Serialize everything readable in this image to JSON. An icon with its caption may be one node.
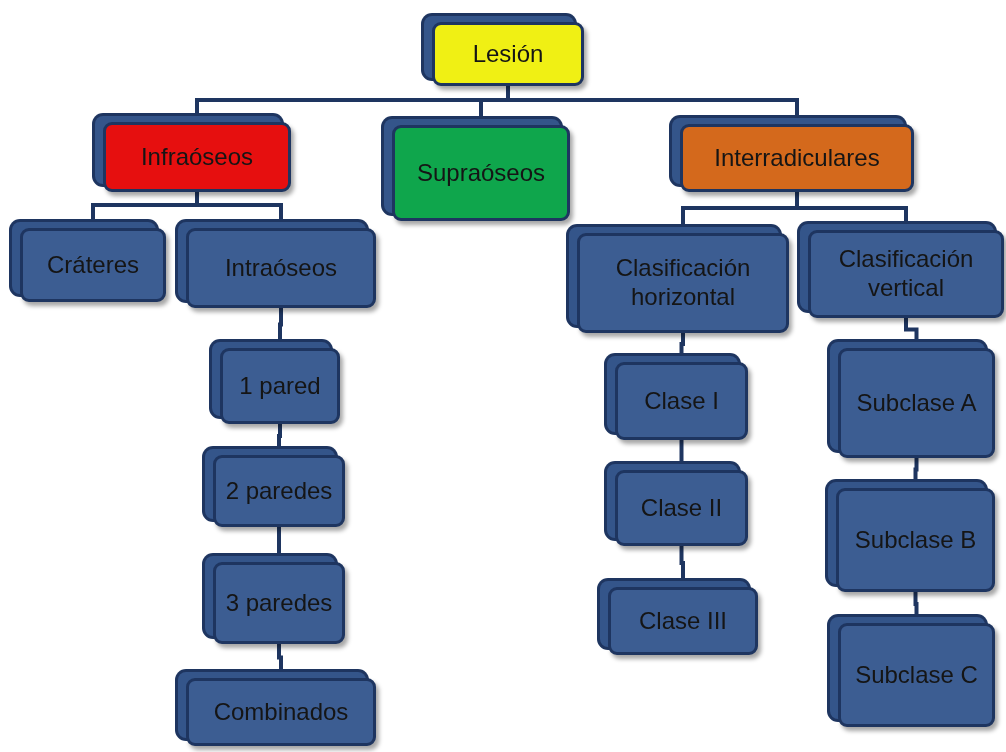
{
  "diagram": {
    "nodes": [
      {
        "text": [
          "Lesión"
        ]
      },
      {
        "text": [
          "Infraóseos"
        ]
      },
      {
        "text": [
          "Supraóseos"
        ]
      },
      {
        "text": [
          "Interradiculares"
        ]
      },
      {
        "text": [
          "Cráteres"
        ]
      },
      {
        "text": [
          "Intraóseos"
        ]
      },
      {
        "text": [
          "1 pared"
        ]
      },
      {
        "text": [
          "2 paredes"
        ]
      },
      {
        "text": [
          "3 paredes"
        ]
      },
      {
        "text": [
          "Combinados"
        ]
      },
      {
        "text": [
          "Clasificación horizontal"
        ]
      },
      {
        "text": [
          "Clasificación vertical"
        ]
      },
      {
        "text": [
          "Clase I"
        ]
      },
      {
        "text": [
          "Clase II"
        ]
      },
      {
        "text": [
          "Clase III"
        ]
      },
      {
        "text": [
          "Subclase A"
        ]
      },
      {
        "text": [
          "Subclase B"
        ]
      },
      {
        "text": [
          "Subclase C"
        ]
      }
    ],
    "edges": [
      {
        "from": 0,
        "to": 1,
        "arrow": "none"
      },
      {
        "from": 0,
        "to": 2,
        "arrow": "none"
      },
      {
        "from": 0,
        "to": 3,
        "arrow": "none"
      },
      {
        "from": 1,
        "to": 4,
        "arrow": "none"
      },
      {
        "from": 1,
        "to": 5,
        "arrow": "none"
      },
      {
        "from": 5,
        "to": 6,
        "arrow": "none"
      },
      {
        "from": 6,
        "to": 7,
        "arrow": "none"
      },
      {
        "from": 7,
        "to": 8,
        "arrow": "none"
      },
      {
        "from": 8,
        "to": 9,
        "arrow": "none"
      },
      {
        "from": 3,
        "to": 10,
        "arrow": "none"
      },
      {
        "from": 3,
        "to": 11,
        "arrow": "none"
      },
      {
        "from": 10,
        "to": 12,
        "arrow": "none"
      },
      {
        "from": 12,
        "to": 13,
        "arrow": "none"
      },
      {
        "from": 13,
        "to": 14,
        "arrow": "none"
      },
      {
        "from": 11,
        "to": 15,
        "arrow": "none"
      },
      {
        "from": 15,
        "to": 16,
        "arrow": "none"
      },
      {
        "from": 16,
        "to": 17,
        "arrow": "none"
      }
    ]
  }
}
